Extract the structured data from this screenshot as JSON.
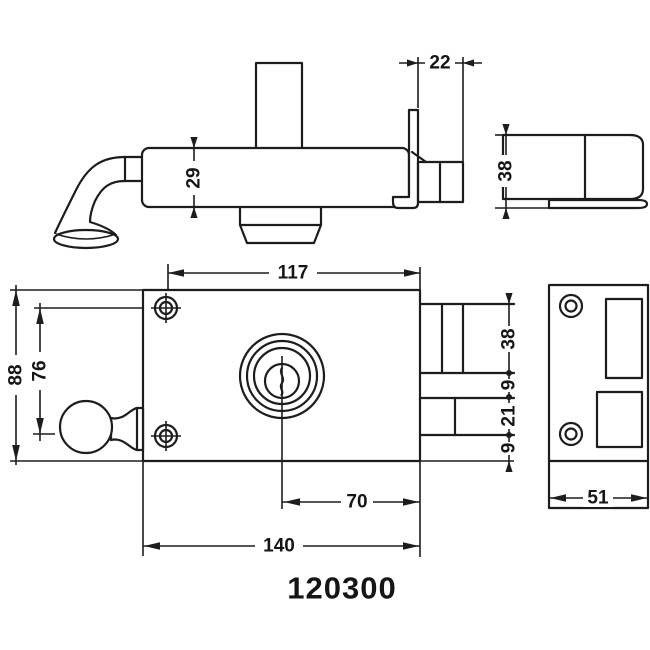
{
  "drawing": {
    "type": "technical-drawing",
    "subject": "rim lock with knob, cylinder and strike plate",
    "line_color": "#1d1d1d",
    "background_color": "#ffffff",
    "part_number": "120300",
    "views": [
      "side-view",
      "top-view",
      "front-view",
      "strike-plate-view"
    ],
    "dimensions": {
      "d22": "22",
      "d29": "29",
      "d38_top": "38",
      "d117": "117",
      "d88": "88",
      "d76": "76",
      "d38_stack": "38",
      "d9_upper": "9",
      "d21": "21",
      "d9_lower": "9",
      "d70": "70",
      "d140": "140",
      "d51": "51"
    }
  }
}
